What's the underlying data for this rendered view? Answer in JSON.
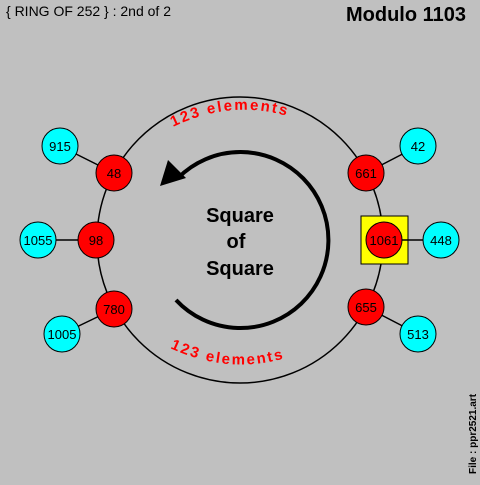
{
  "header": {
    "ring_label": "{ RING OF 252 } : 2nd of 2",
    "modulus_label": "Modulo  1103"
  },
  "footer": {
    "file_label": "File : ppr2521.art"
  },
  "center": {
    "line1": "Square",
    "line2": "of",
    "line3": "Square"
  },
  "arc_labels": {
    "top": "123 elements",
    "bottom": "123 elements"
  },
  "colors": {
    "background": "#c0c0c0",
    "ring_node": "#ff0000",
    "leaf_node": "#00ffff",
    "highlight": "#ffff00",
    "arc_text": "#ff0000"
  },
  "nodes": {
    "left": [
      {
        "ring": "48",
        "leaf": "915"
      },
      {
        "ring": "98",
        "leaf": "1055"
      },
      {
        "ring": "780",
        "leaf": "1005"
      }
    ],
    "right": [
      {
        "ring": "661",
        "leaf": "42"
      },
      {
        "ring": "1061",
        "leaf": "448",
        "highlighted": true
      },
      {
        "ring": "655",
        "leaf": "513"
      }
    ]
  }
}
